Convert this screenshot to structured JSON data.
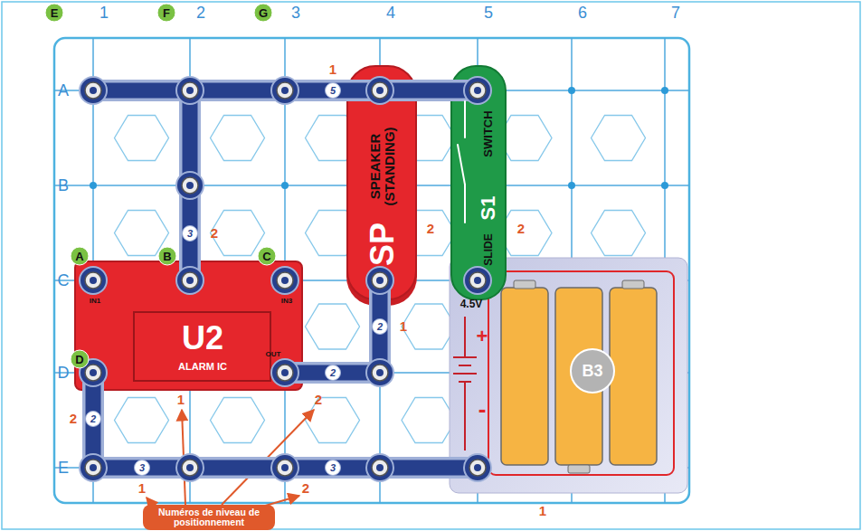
{
  "diagram": {
    "nodes": [
      {
        "text": [
          "IN1",
          "IN3",
          "OUT"
        ]
      },
      {
        "text": [
          "U2",
          "ALARM IC"
        ],
        "in": 0
      },
      {
        "text": [
          "SP",
          "SPEAKER (STANDING)"
        ]
      },
      {
        "text": [
          "SLIDE",
          "S1",
          "SWITCH"
        ]
      },
      {
        "text": [
          "4.5V",
          "+",
          "-"
        ]
      },
      {
        "text": [
          "B3"
        ],
        "in": 4
      },
      {
        "text": [
          "Numéros de niveau de positionnement"
        ]
      }
    ],
    "labels": [
      "1",
      "2",
      "3",
      "4",
      "5",
      "6",
      "7",
      "A",
      "B",
      "C",
      "D",
      "E",
      "E",
      "F",
      "G",
      "A",
      "B",
      "C",
      "D",
      "5",
      "3",
      "2",
      "2",
      "2",
      "3",
      "3",
      "1",
      "2",
      "2",
      "2",
      "1",
      "2",
      "1",
      "2",
      "1",
      "2",
      "1"
    ]
  }
}
